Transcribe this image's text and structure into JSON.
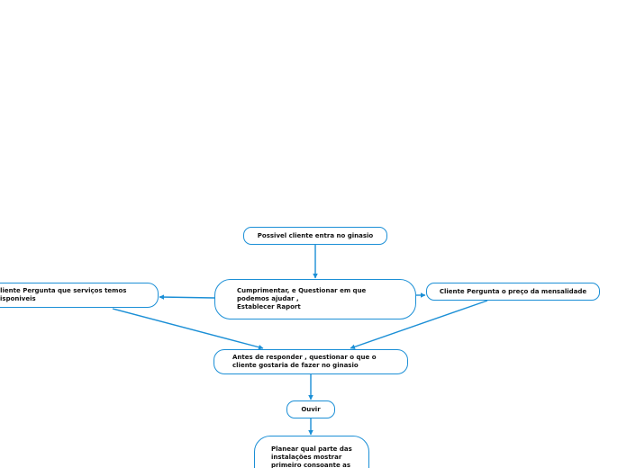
{
  "nodes": {
    "start": "Possivel cliente entra no ginasio",
    "greet": "Cumprimentar, e Questionar em que\npodemos ajudar ,\nEstablecer Raport",
    "services": "Cliente Pergunta que serviços temos\ndisponiveis",
    "price": "Cliente Pergunta o preço da mensalidade",
    "ask_first": "Antes de responder , questionar o que o\ncliente gostaria de fazer no ginasio",
    "listen": "Ouvir",
    "plan": "Planear qual parte das\ninstalações mostrar\nprimeiro consoante as"
  },
  "colors": {
    "line": "#1b8fd6",
    "node_border": "#1b8fd6",
    "text": "#111111",
    "background": "#ffffff"
  }
}
